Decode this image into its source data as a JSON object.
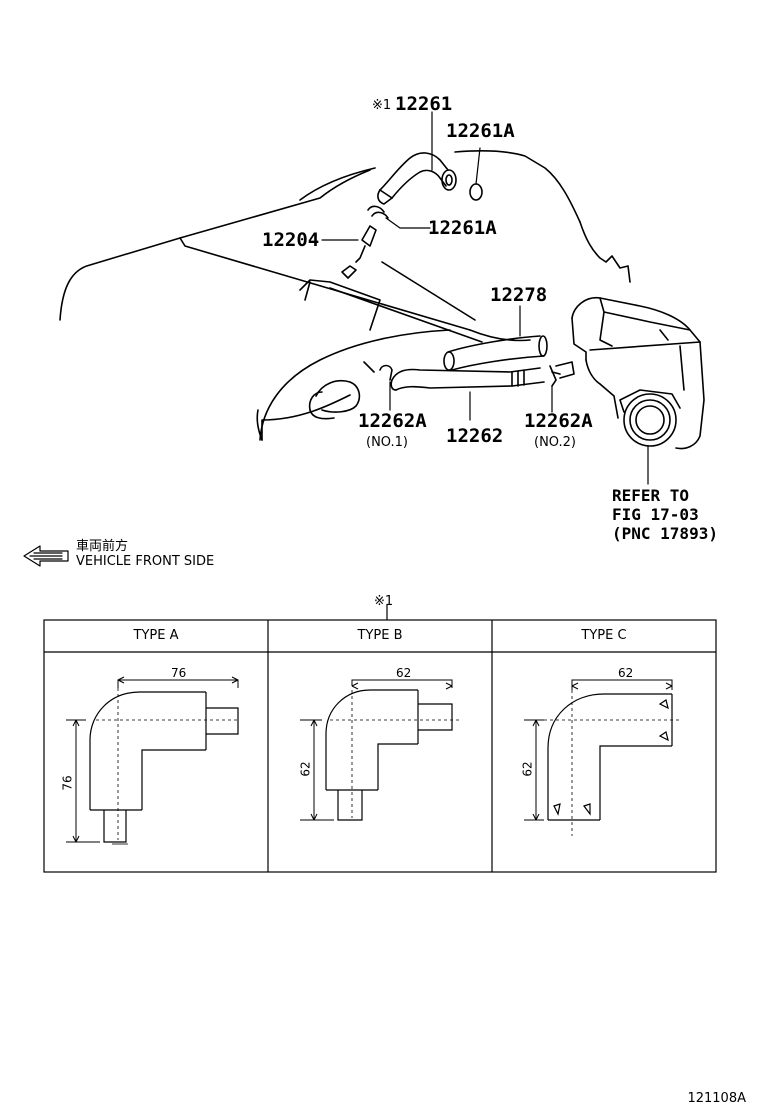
{
  "callouts": {
    "marker_1": "※1",
    "p12261": "12261",
    "p12261A_top": "12261A",
    "p12261A_mid": "12261A",
    "p12204": "12204",
    "p12278": "12278",
    "p12262A_1": "12262A",
    "p12262A_1_sub": "(NO.1)",
    "p12262": "12262",
    "p12262A_2": "12262A",
    "p12262A_2_sub": "(NO.2)",
    "refer_note": "REFER TO\nFIG 17-03\n(PNC 17893)"
  },
  "orientation": {
    "japanese": "車両前方",
    "english": "VEHICLE FRONT SIDE"
  },
  "detail": {
    "marker": "※1",
    "types": [
      {
        "header": "TYPE A",
        "horizontal_dim": "76",
        "vertical_dim": "76"
      },
      {
        "header": "TYPE B",
        "horizontal_dim": "62",
        "vertical_dim": "62"
      },
      {
        "header": "TYPE C",
        "horizontal_dim": "62",
        "vertical_dim": "62"
      }
    ]
  },
  "figure_code": "121108A"
}
